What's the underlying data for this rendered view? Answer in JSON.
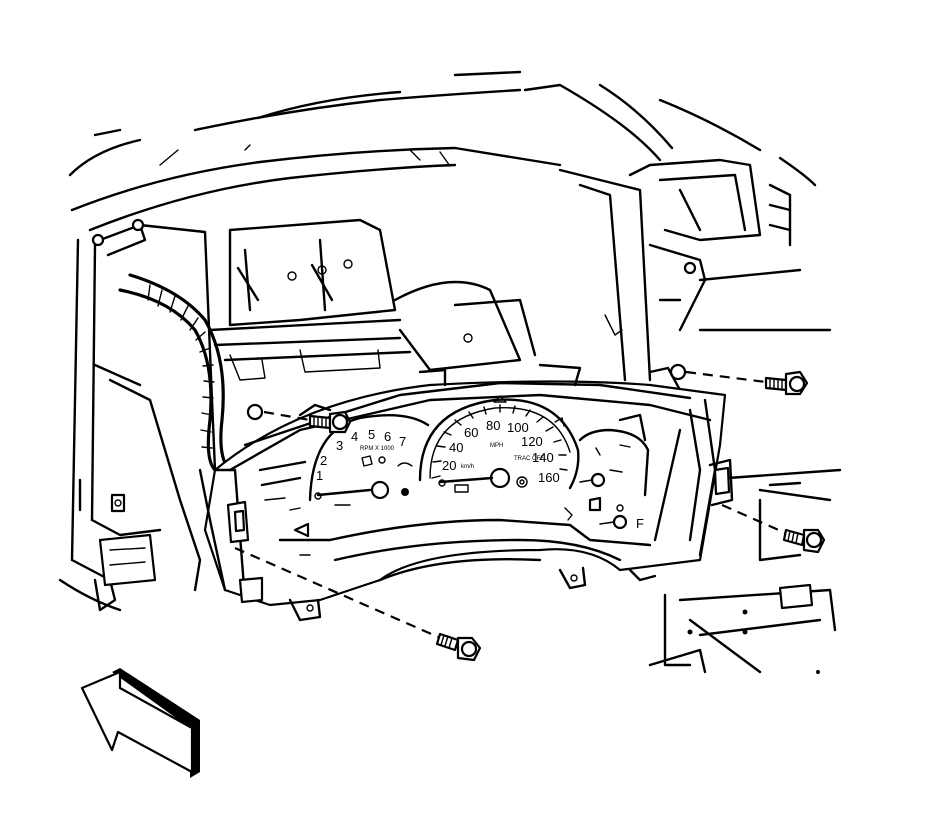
{
  "diagram": {
    "tachometer": {
      "ticks": [
        "1",
        "2",
        "3",
        "4",
        "5",
        "6",
        "7"
      ],
      "unit_label": "RPM X 1000"
    },
    "speedometer": {
      "ticks": [
        "20",
        "40",
        "60",
        "80",
        "100",
        "120",
        "140",
        "160"
      ],
      "unit_label_mph": "MPH",
      "unit_label_kmh": "km/h",
      "trac_off": "TRAC OFF"
    },
    "fuel_gauge": {
      "full": "F"
    }
  }
}
